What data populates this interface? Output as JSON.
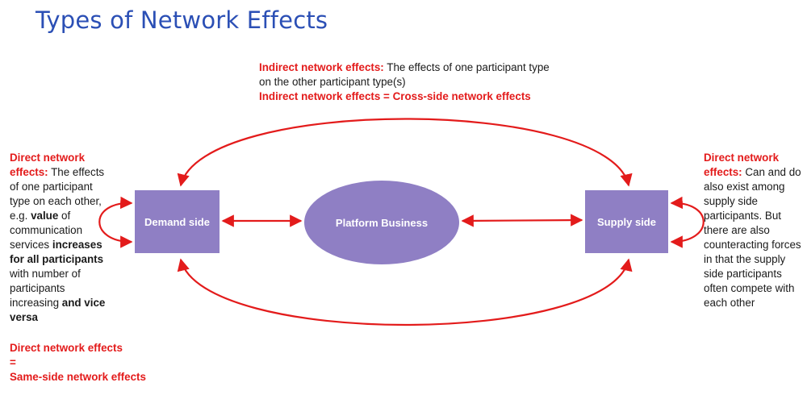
{
  "title": "Types of Network Effects",
  "indirect": {
    "label": "Indirect network effects:",
    "text": " The effects of one participant type on the other participant type(s)",
    "equation": "Indirect network effects = Cross-side network effects"
  },
  "direct_left": {
    "label": "Direct network effects:",
    "t1": " The effects of one participant type on each other, e.g. ",
    "b1": "value",
    "t2": " of communication services ",
    "b2": "increases for all participants",
    "t3": " with number of participants increasing ",
    "b3": "and vice versa"
  },
  "direct_equation": {
    "line1": "Direct network effects",
    "line2": "=",
    "line3": "Same-side network effects"
  },
  "direct_right": {
    "label": "Direct network effects:",
    "text": " Can and do also exist among supply side participants. But there are also counteracting forces in that the supply side participants often compete with each other"
  },
  "nodes": {
    "demand": "Demand side",
    "platform": "Platform Business",
    "supply": "Supply side"
  },
  "colors": {
    "title": "#2b4fb5",
    "accent_red": "#e31b1b",
    "node_fill": "#8f7fc4"
  }
}
